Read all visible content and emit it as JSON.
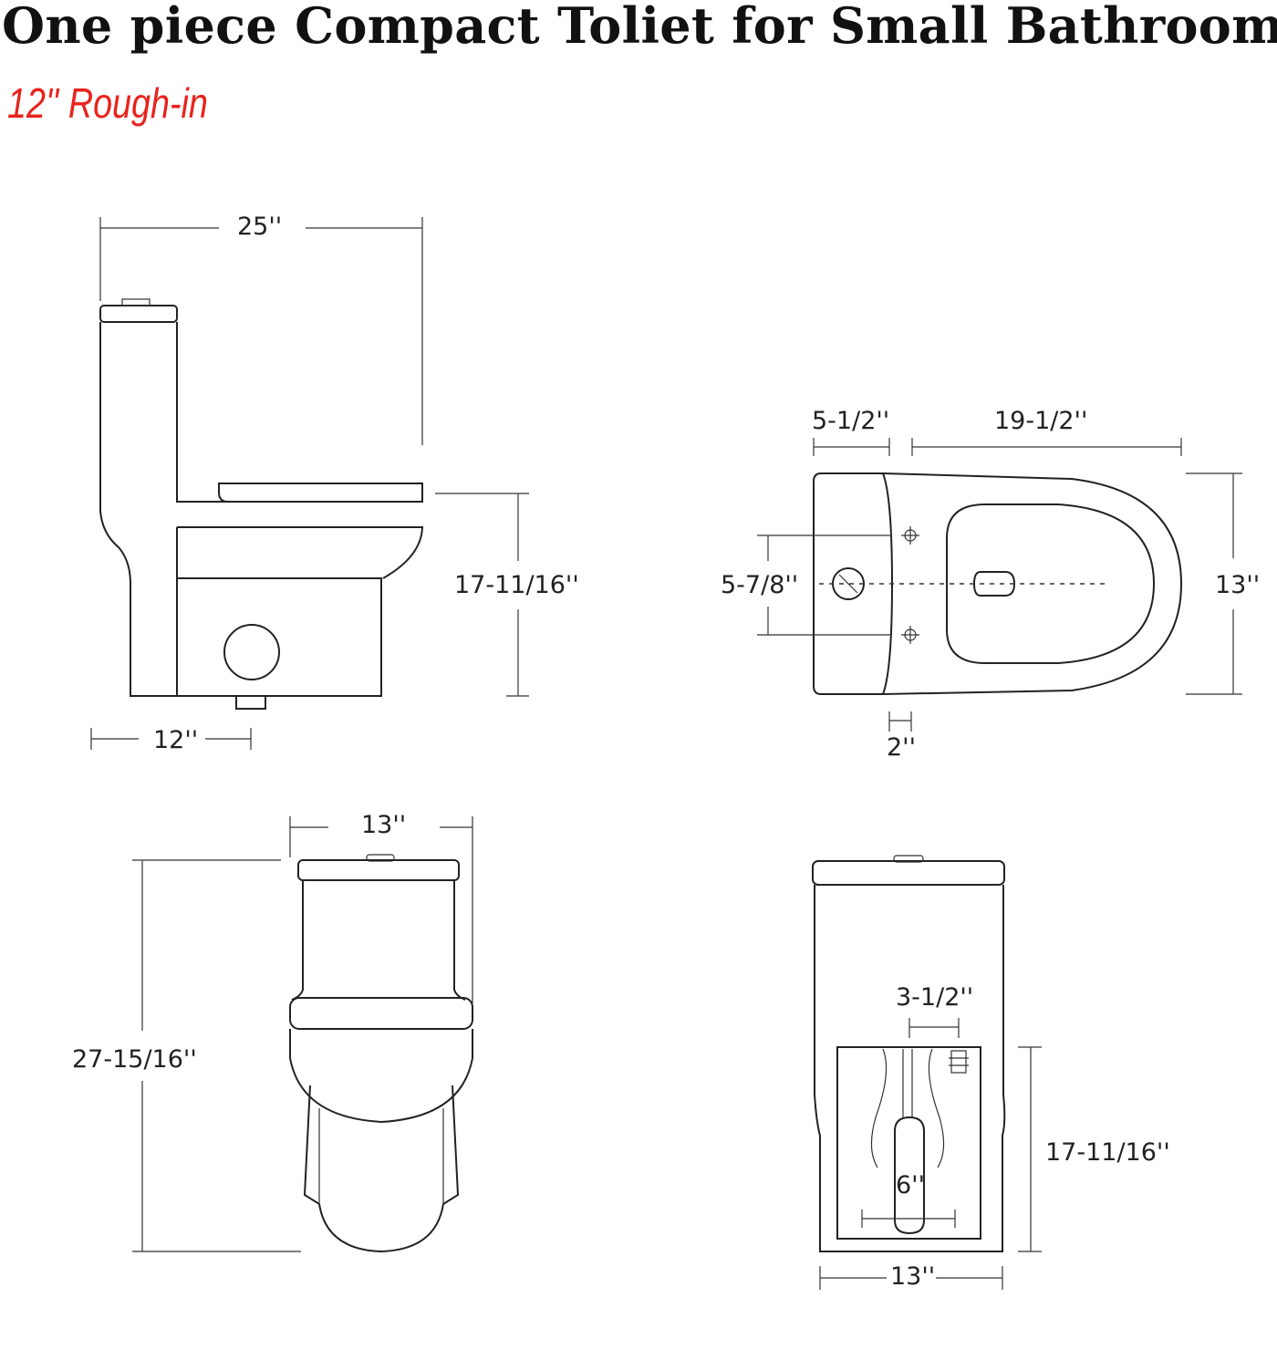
{
  "heading": {
    "title": "One piece Compact Toliet for Small Bathroom",
    "subtitle": "12'' Rough-in",
    "subtitle_color": "#e8231c"
  },
  "views": {
    "side": {
      "depth": "25''",
      "seat_height": "17-11/16''",
      "rough_in": "12''"
    },
    "top": {
      "tank_depth": "5-1/2''",
      "bowl_length": "19-1/2''",
      "width": "13''",
      "bolt_spacing": "5-7/8''",
      "offset": "2''"
    },
    "front": {
      "width": "13''",
      "height": "27-15/16''"
    },
    "back": {
      "inlet_offset": "3-1/2''",
      "outlet_width": "6''",
      "seat_height": "17-11/16''",
      "width": "13''"
    }
  }
}
